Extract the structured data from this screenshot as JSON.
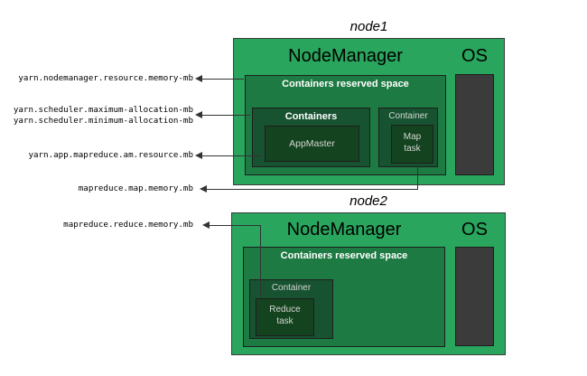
{
  "colors": {
    "node_green": "#29a55d",
    "reserved_green": "#1e7a43",
    "container_green": "#175231",
    "task_green": "#14431f",
    "os_gray": "#3b3b3b",
    "text_white": "#ffffff",
    "text_light": "#d2d7d2",
    "line_color": "#333333"
  },
  "annotations": [
    {
      "label": "yarn.nodemanager.resource.memory-mb"
    },
    {
      "label": "yarn.scheduler.maximum-allocation-mb"
    },
    {
      "label": "yarn.scheduler.minimum-allocation-mb"
    },
    {
      "label": "yarn.app.mapreduce.am.resource.mb"
    },
    {
      "label": "mapreduce.map.memory.mb"
    },
    {
      "label": "mapreduce.reduce.memory.mb"
    }
  ],
  "node1": {
    "title": "node1",
    "nodemanager_label": "NodeManager",
    "os_label": "OS",
    "reserved_label": "Containers reserved space",
    "containers_label": "Containers",
    "appmaster_label": "AppMaster",
    "container_label": "Container",
    "map_task": {
      "line1": "Map",
      "line2": "task"
    }
  },
  "node2": {
    "title": "node2",
    "nodemanager_label": "NodeManager",
    "os_label": "OS",
    "reserved_label": "Containers reserved space",
    "container_label": "Container",
    "reduce_task": {
      "line1": "Reduce",
      "line2": "task"
    }
  }
}
